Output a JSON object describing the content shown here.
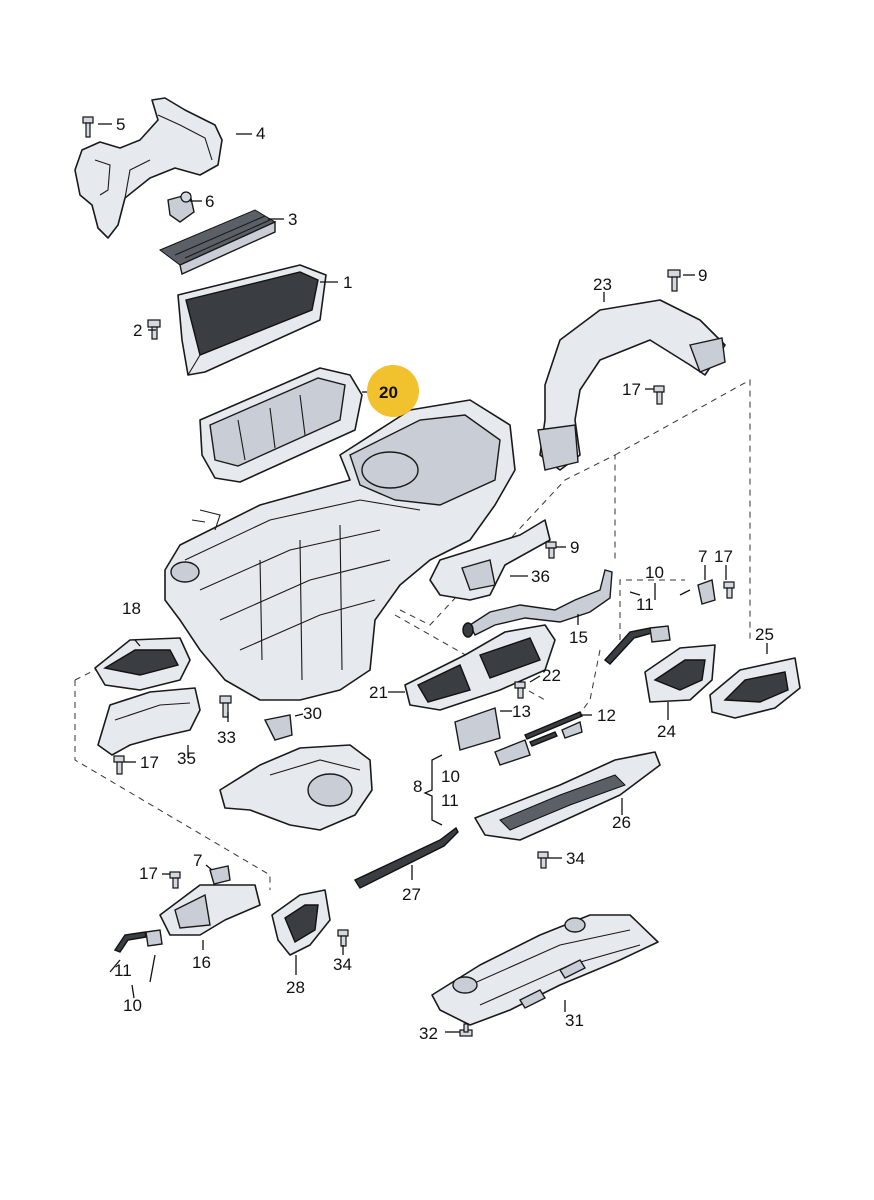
{
  "labels": {
    "p1": "1",
    "p2": "2",
    "p3": "3",
    "p4": "4",
    "p5": "5",
    "p6": "6",
    "p7a": "7",
    "p7b": "7",
    "p8": "8",
    "p9a": "9",
    "p9b": "9",
    "p10a": "10",
    "p10b": "10",
    "p10c": "10",
    "p11a": "11",
    "p11b": "11",
    "p11c": "11",
    "p12": "12",
    "p13": "13",
    "p15": "15",
    "p16": "16",
    "p17a": "17",
    "p17b": "17",
    "p17c": "17",
    "p17d": "17",
    "p18": "18",
    "p20": "20",
    "p21": "21",
    "p22": "22",
    "p23": "23",
    "p24": "24",
    "p25": "25",
    "p26": "26",
    "p27": "27",
    "p28": "28",
    "p30": "30",
    "p31": "31",
    "p32": "32",
    "p33": "33",
    "p34a": "34",
    "p34b": "34",
    "p35": "35",
    "p36": "36"
  },
  "colors": {
    "highlight": "#f2c12e",
    "line": "#1a1a1a",
    "part_fill": "#e6e9ee"
  }
}
